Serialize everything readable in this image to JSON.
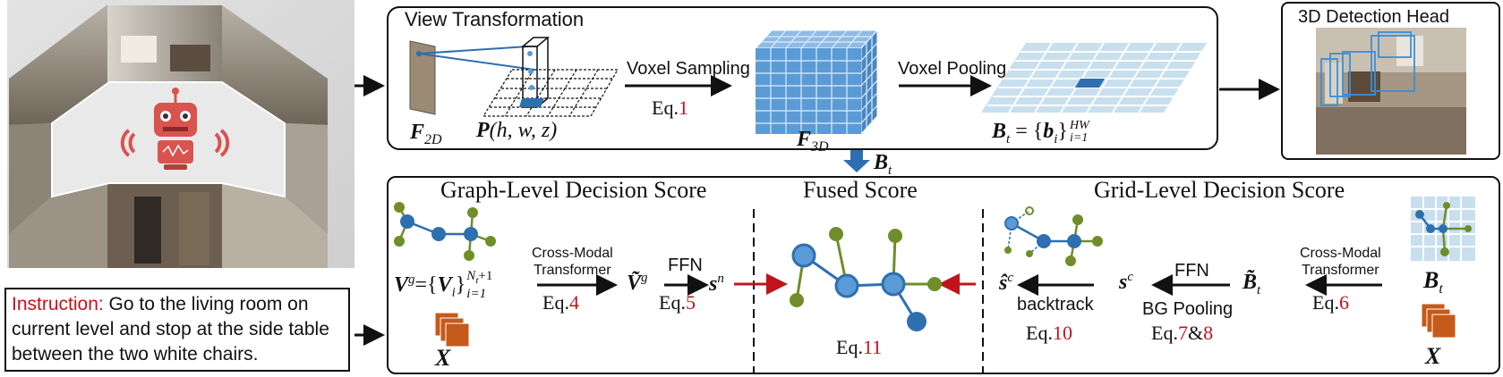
{
  "view_transformation": {
    "title": "View Transformation",
    "f2d": "F",
    "f2d_sub": "2D",
    "p_symbol": "P",
    "p_args": "(h, w, z)",
    "voxel_sampling": "Voxel Sampling",
    "eq1_prefix": "Eq.",
    "eq1_num": "1",
    "f3d": "F",
    "f3d_sub": "3D",
    "voxel_pooling": "Voxel Pooling",
    "bt_lhs": "B",
    "bt_sub": "t",
    "bt_eq": " = {",
    "bt_b": "b",
    "bt_i": "i",
    "bt_close": "}",
    "bt_sup": "HW",
    "bt_lower": "i=1"
  },
  "detection_head": {
    "title": "3D Detection Head"
  },
  "bt_arrow_label": {
    "sym": "B",
    "sub": "t"
  },
  "instruction": {
    "prefix": "Instruction:",
    "text": " Go to the living room on current level and stop at the side table between the two white chairs."
  },
  "graph_level": {
    "title": "Graph-Level Decision Score",
    "vg_text": "V",
    "vg_sup": "g",
    "vg_eq": "={",
    "vi": "V",
    "vi_sub": "i",
    "vi_close": "}",
    "vi_sup": "N",
    "vi_sup_sub": "t",
    "vi_sup_plus": "+1",
    "vi_lower": "i=1",
    "cmt": "Cross-Modal",
    "cmt2": "Transformer",
    "eq4_prefix": "Eq.",
    "eq4_num": "4",
    "vg_tilde": "Ṽ",
    "vg_tilde_sup": "g",
    "ffn": "FFN",
    "eq5_prefix": "Eq.",
    "eq5_num": "5",
    "sn": "s",
    "sn_sup": "n",
    "x_label": "X"
  },
  "fused": {
    "title": "Fused Score",
    "eq11_prefix": "Eq.",
    "eq11_num": "11"
  },
  "grid_level": {
    "title": "Grid-Level Decision Score",
    "shat": "ŝ",
    "shat_sup": "c",
    "backtrack": "backtrack",
    "eq10_prefix": "Eq.",
    "eq10_num": "10",
    "sc": "s",
    "sc_sup": "c",
    "ffn": "FFN",
    "bgpool": "BG Pooling",
    "eq78_prefix": "Eq.",
    "eq78_a": "7",
    "eq78_amp": "&",
    "eq78_b": "8",
    "btilde": "B̃",
    "btilde_sub": "t",
    "cmt": "Cross-Modal",
    "cmt2": "Transformer",
    "eq6_prefix": "Eq.",
    "eq6_num": "6",
    "bt": "B",
    "bt_sub": "t",
    "x_label": "X"
  },
  "colors": {
    "node_blue": "#2e6fb0",
    "node_green": "#6f8e2a",
    "voxel_blue": "#5b9bd5",
    "grid_light": "#c8dfee",
    "red_arrow": "#c0141c",
    "stack_orange": "#c55a1a",
    "robot_red": "#d9534f"
  }
}
